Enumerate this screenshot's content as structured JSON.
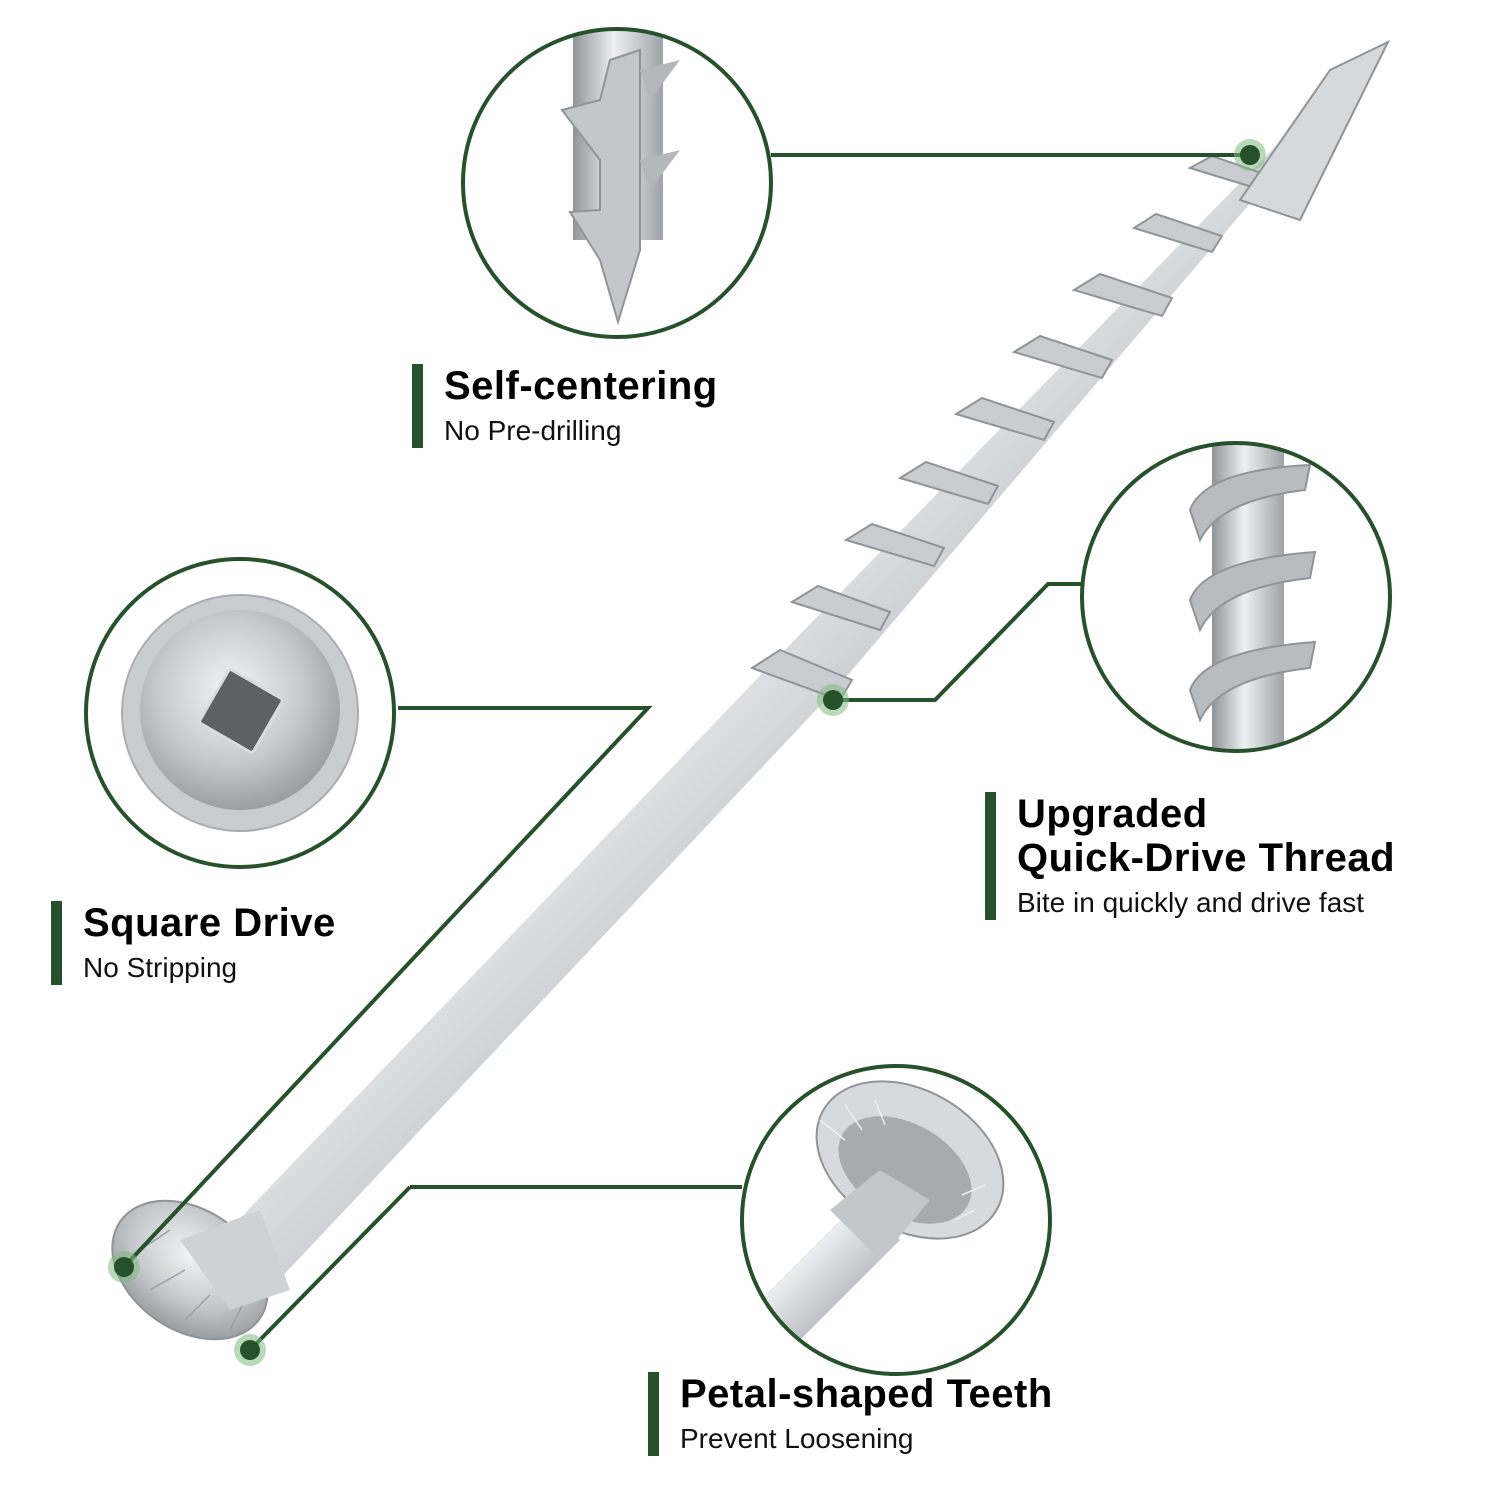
{
  "colors": {
    "accent": "#27512a",
    "marker_glow": "#7fb97f",
    "metal_light": "#e6e8ea",
    "metal_mid": "#b8bcc0",
    "metal_dark": "#8c9196",
    "recess": "#5d6165",
    "background": "#ffffff"
  },
  "callouts": [
    {
      "id": "self-centering",
      "title": "Self-centering",
      "subtitle": "No Pre-drilling",
      "detail_icon": "screw-tip-icon"
    },
    {
      "id": "quick-drive",
      "title_line1": "Upgraded",
      "title_line2": "Quick-Drive Thread",
      "subtitle": "Bite in quickly and drive fast",
      "detail_icon": "thread-icon"
    },
    {
      "id": "square-drive",
      "title": "Square Drive",
      "subtitle": "No Stripping",
      "detail_icon": "square-drive-head-icon"
    },
    {
      "id": "petal-teeth",
      "title": "Petal-shaped Teeth",
      "subtitle": "Prevent Loosening",
      "detail_icon": "serrated-head-icon"
    }
  ]
}
